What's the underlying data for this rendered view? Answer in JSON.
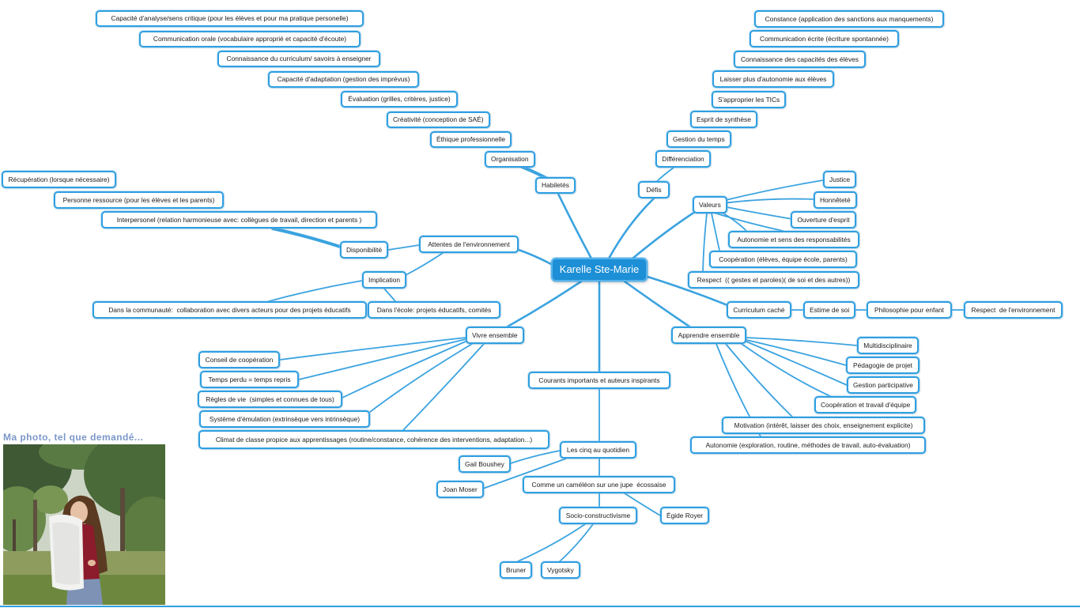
{
  "central": {
    "label": "Karelle Ste-Marie"
  },
  "habiletes": {
    "label": "Habiletés",
    "items": [
      "Organisation",
      "Éthique professionnelle",
      "Créativité (conception de SAÉ)",
      "Évaluation (grilles, critères, justice)",
      "Capacité d'adaptation (gestion des imprévus)",
      "Connaissance du curriculum/ savoirs à enseigner",
      "Communication orale (vocabulaire approprié et capacité d'écoute)",
      "Capacité d'analyse/sens critique (pour les élèves et pour ma pratique personelle)"
    ]
  },
  "defis": {
    "label": "Défis",
    "items": [
      "Différenciation",
      "Gestion du temps",
      "Esprit de synthèse",
      "S'approprier les TICs",
      "Laisser plus d'autonomie aux élèves",
      "Connaissance des capacités des élèves",
      "Communication écrite (écriture spontannée)",
      "Constance (application des sanctions aux manquements)"
    ]
  },
  "valeurs": {
    "label": "Valeurs",
    "items": [
      "Justice",
      "Honnêteté",
      "Ouverture d'esprit",
      "Autonomie et sens des responsabilités",
      "Coopération (élèves, équipe école, parents)",
      "Respect  (( gestes et paroles)( de soi et des autres))"
    ]
  },
  "curriculum_cache": {
    "label": "Curriculum caché",
    "items": [
      "Estime de soi",
      "Philosophie pour enfant",
      "Respect  de l'environnement"
    ]
  },
  "apprendre_ensemble": {
    "label": "Apprendre ensemble",
    "items": [
      "Multidisciplinaire",
      "Pédagogie de projet",
      "Gestion participative",
      "Coopération et travail d'équipe",
      "Motivation (intérêt, laisser des choix, enseignement explicite)",
      "Autonomie (exploration, routine, méthodes de travail, auto-évaluation)"
    ]
  },
  "attentes": {
    "label": "Attentes de l'environnement",
    "disponibilite": {
      "label": "Disponibilité",
      "items": [
        "Interpersonel (relation harmonieuse avec: collègues de travail, direction et parents )",
        "Personne ressource (pour les élèves et les parents)",
        "Récupération (lorsque nécessaire)"
      ]
    },
    "implication": {
      "label": "Implication",
      "items": [
        "Dans la communauté:  collaboration avec divers acteurs pour des projets éducatifs",
        "Dans l'école: projets éducatifs, comités"
      ]
    }
  },
  "vivre_ensemble": {
    "label": "Vivre ensemble",
    "items": [
      "Conseil de coopération",
      "Temps perdu = temps repris",
      "Règles de vie  (simples et connues de tous)",
      "Système d'émulation (extrinsèque vers intrinsèque)",
      "Climat de classe propice aux apprentissages (routine/constance, cohérence des interventions, adaptation...)"
    ]
  },
  "courants": {
    "label": "Courants importants et auteurs inspirants",
    "cinq": {
      "label": "Les cinq au quotidien",
      "authors": [
        "Gail Boushey",
        "Joan Moser"
      ]
    },
    "cameleon": "Comme un caméléon sur une jupe  écossaise",
    "egide": "Égide Royer",
    "socio": {
      "label": "Socio-constructivisme",
      "authors": [
        "Bruner",
        "Vygotsky"
      ]
    }
  },
  "photo": {
    "caption": "Ma photo, tel que demandé..."
  },
  "colors": {
    "node_border": "#2f9fe0",
    "central_fill": "#1d8fd6",
    "connector": "#3ba3e0",
    "caption": "#7b97c9",
    "text": "#1b1b1b"
  }
}
